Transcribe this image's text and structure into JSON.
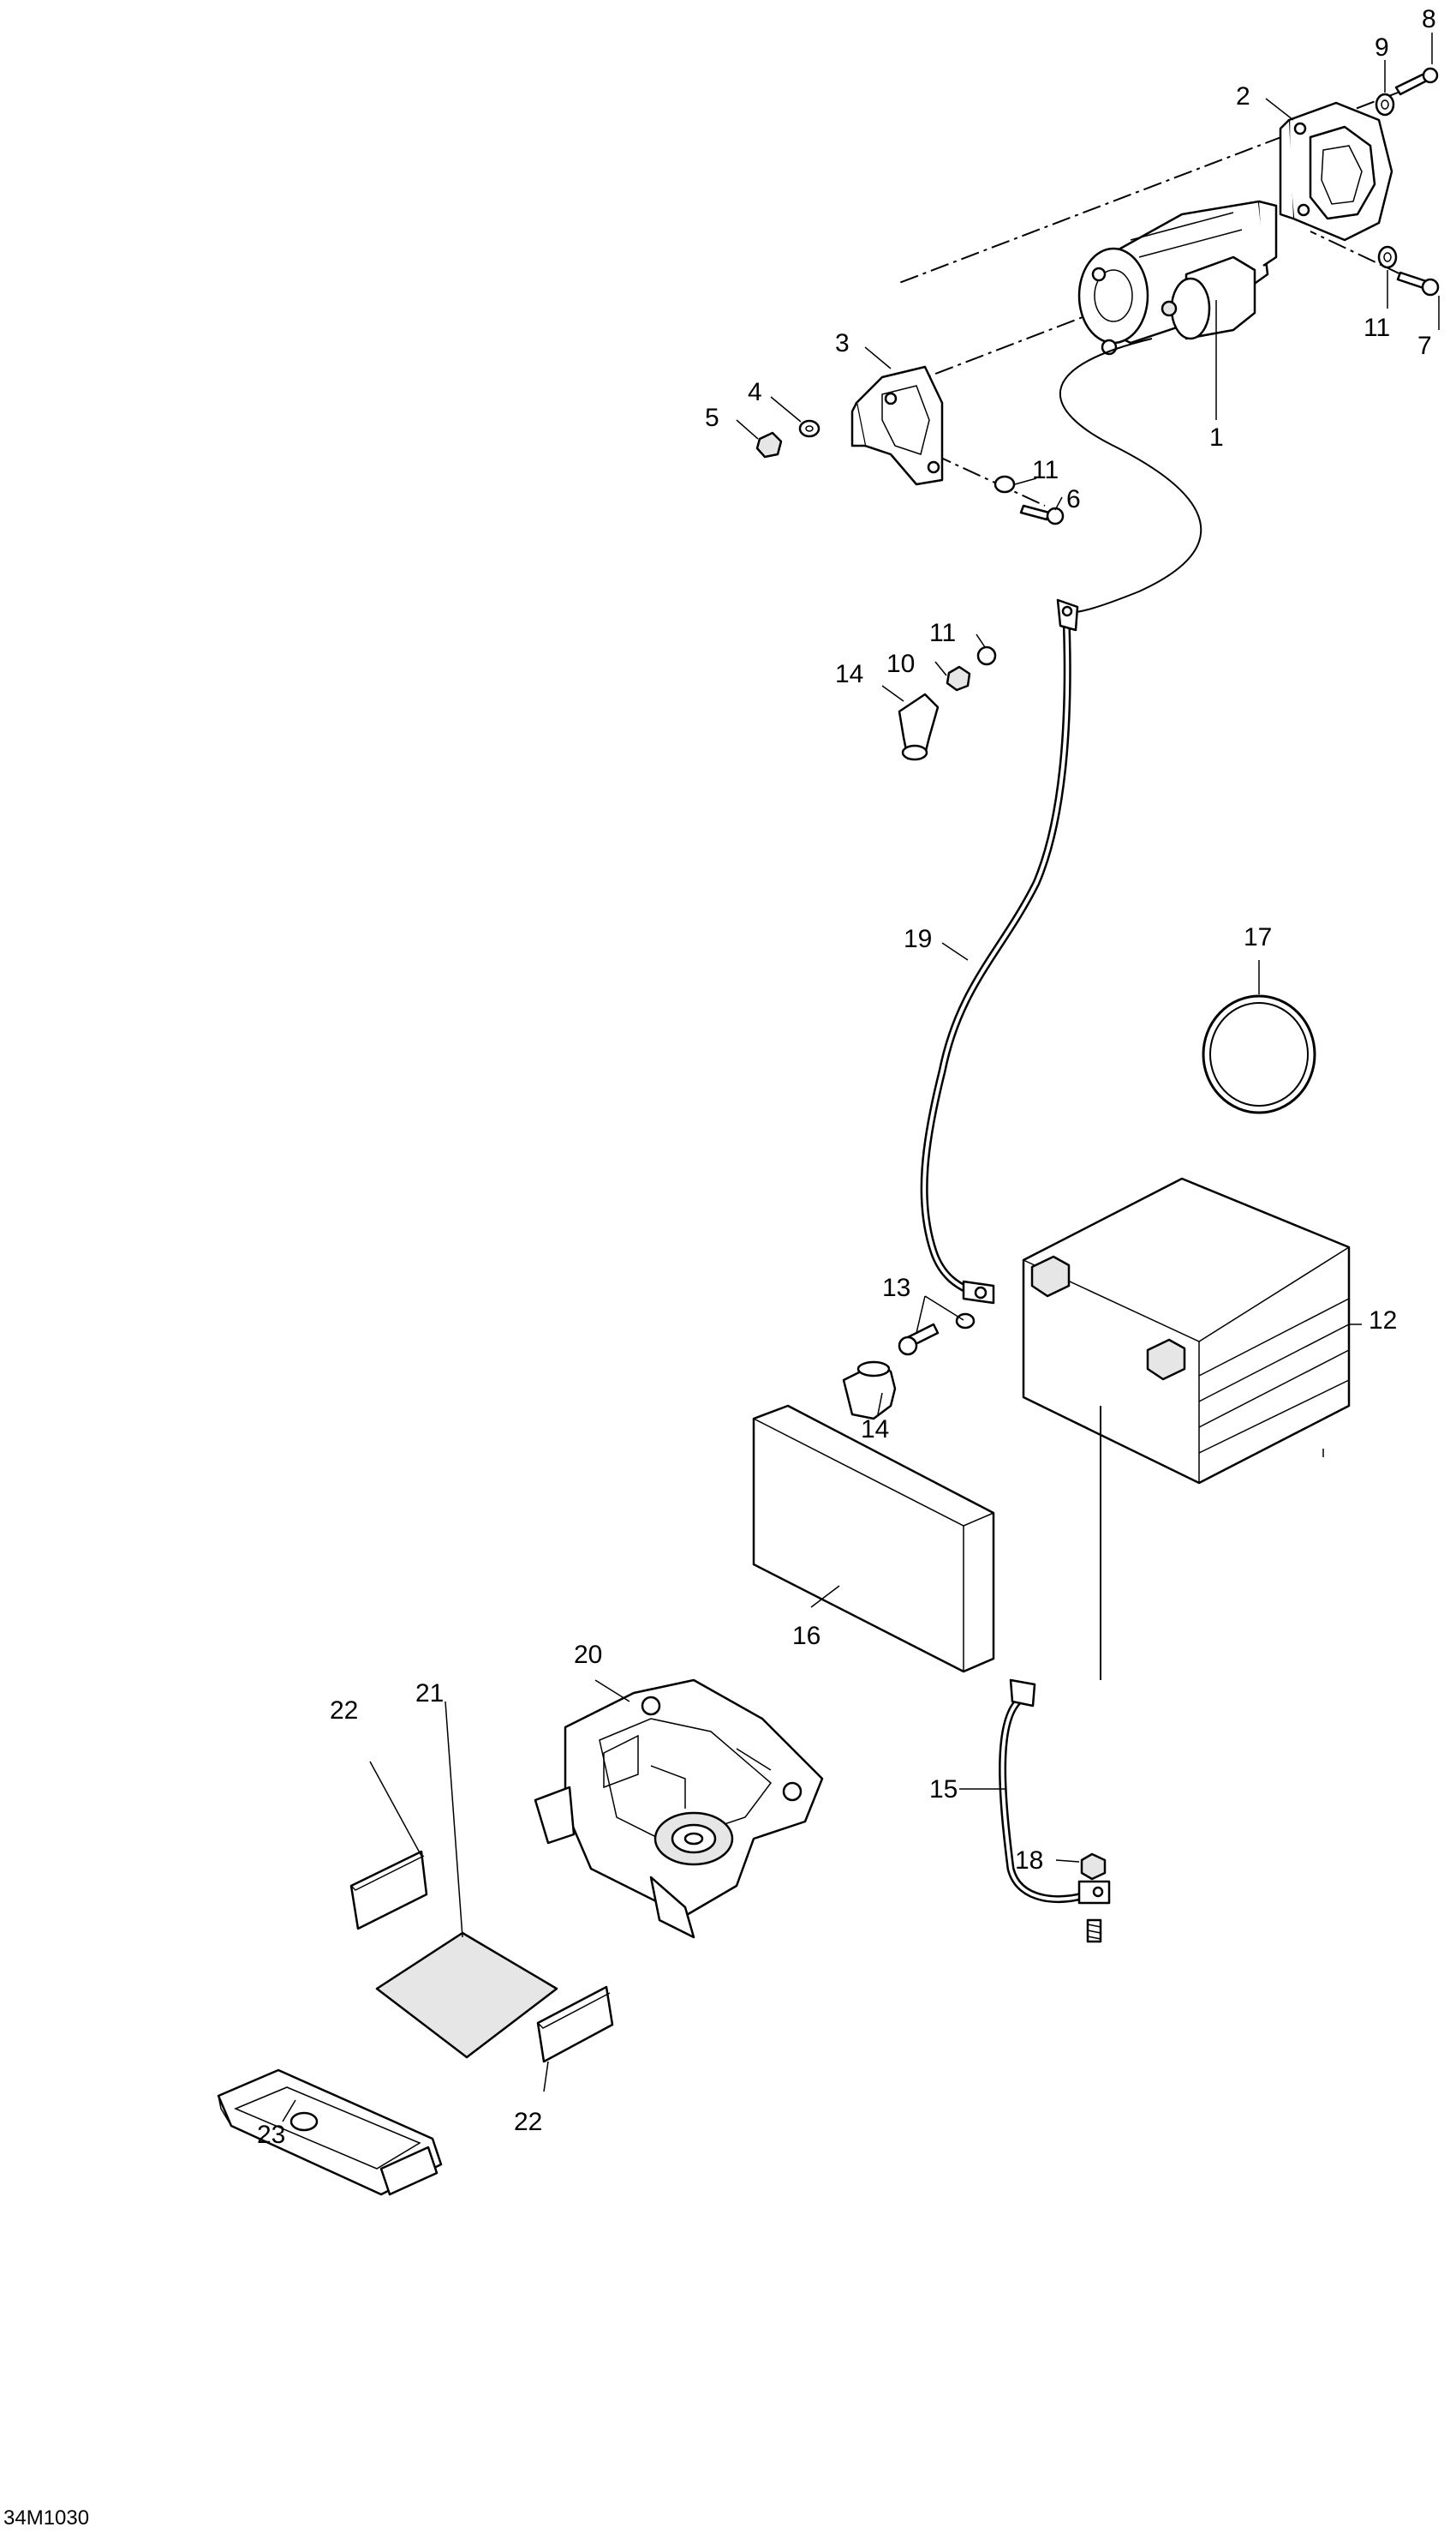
{
  "callouts": {
    "c1": "1",
    "c2": "2",
    "c3": "3",
    "c4": "4",
    "c5": "5",
    "c6": "6",
    "c7": "7",
    "c8": "8",
    "c9": "9",
    "c10": "10",
    "c11a": "11",
    "c11b": "11",
    "c11c": "11",
    "c12": "12",
    "c13": "13",
    "c14a": "14",
    "c14b": "14",
    "c15": "15",
    "c16": "16",
    "c17": "17",
    "c18": "18",
    "c19": "19",
    "c20": "20",
    "c21": "21",
    "c22a": "22",
    "c22b": "22",
    "c23": "23"
  },
  "drawing_code": "34M1030",
  "parts": {
    "starter": "starter-icon",
    "rear_bracket": "bracket-icon",
    "front_bracket": "bracket-icon",
    "battery": "battery-icon",
    "battery_tray": "tray-icon",
    "battery_cover": "cover-icon",
    "foam_pad": "pad-icon",
    "o_ring": "ring-icon",
    "positive_cable": "cable-icon",
    "ground_cable": "cable-icon"
  }
}
